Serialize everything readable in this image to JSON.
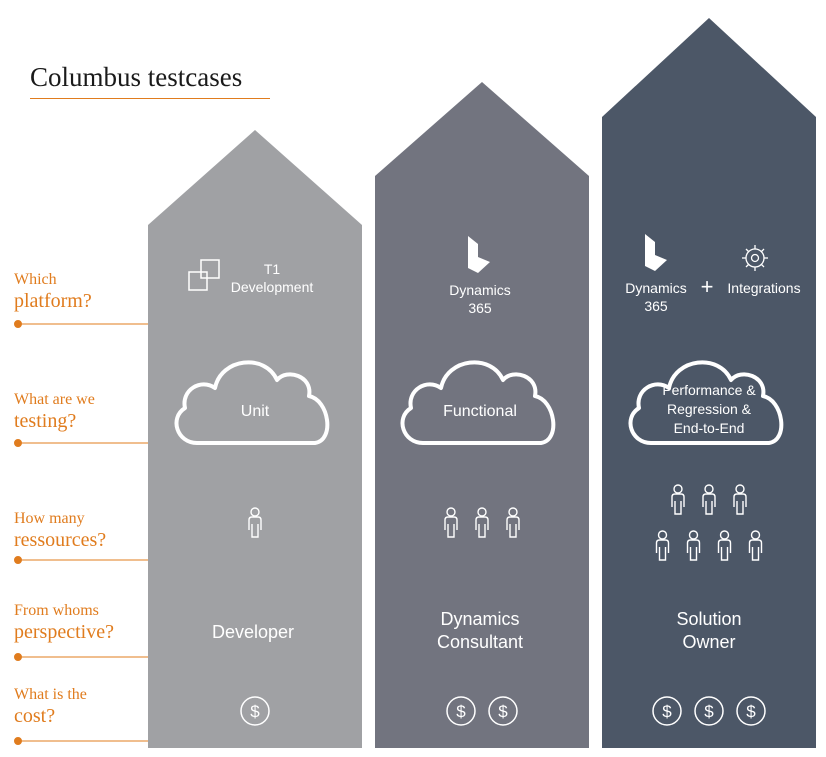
{
  "title": "Columbus testcases",
  "questions": [
    {
      "line1": "Which",
      "line2": "platform?"
    },
    {
      "line1": "What are we",
      "line2": "testing?"
    },
    {
      "line1": "How many",
      "line2": "ressources?"
    },
    {
      "line1": "From whoms",
      "line2": "perspective?"
    },
    {
      "line1": "What is the",
      "line2": "cost?"
    }
  ],
  "columns": [
    {
      "platform": {
        "line1": "T1",
        "line2": "Development"
      },
      "testing": [
        "Unit"
      ],
      "resources": 1,
      "perspective": [
        "Developer"
      ],
      "cost": 1,
      "color": "#a0a1a4"
    },
    {
      "platform": {
        "line1": "Dynamics",
        "line2": "365"
      },
      "testing": [
        "Functional"
      ],
      "resources": 3,
      "perspective": [
        "Dynamics",
        "Consultant"
      ],
      "cost": 2,
      "color": "#72747f"
    },
    {
      "platform": {
        "line1": "Dynamics",
        "line2": "365",
        "plus": "+",
        "extra": "Integrations"
      },
      "testing": [
        "Performance &",
        "Regression &",
        "End-to-End"
      ],
      "resources": 7,
      "perspective": [
        "Solution",
        "Owner"
      ],
      "cost": 3,
      "color": "#4c5767"
    }
  ],
  "colors": {
    "accent": "#e07c1e",
    "text": "#1a1a1a"
  },
  "icons": [
    "squares-icon",
    "dynamics-logo-icon",
    "gear-icon",
    "cloud-icon",
    "person-icon",
    "dollar-coin-icon"
  ]
}
